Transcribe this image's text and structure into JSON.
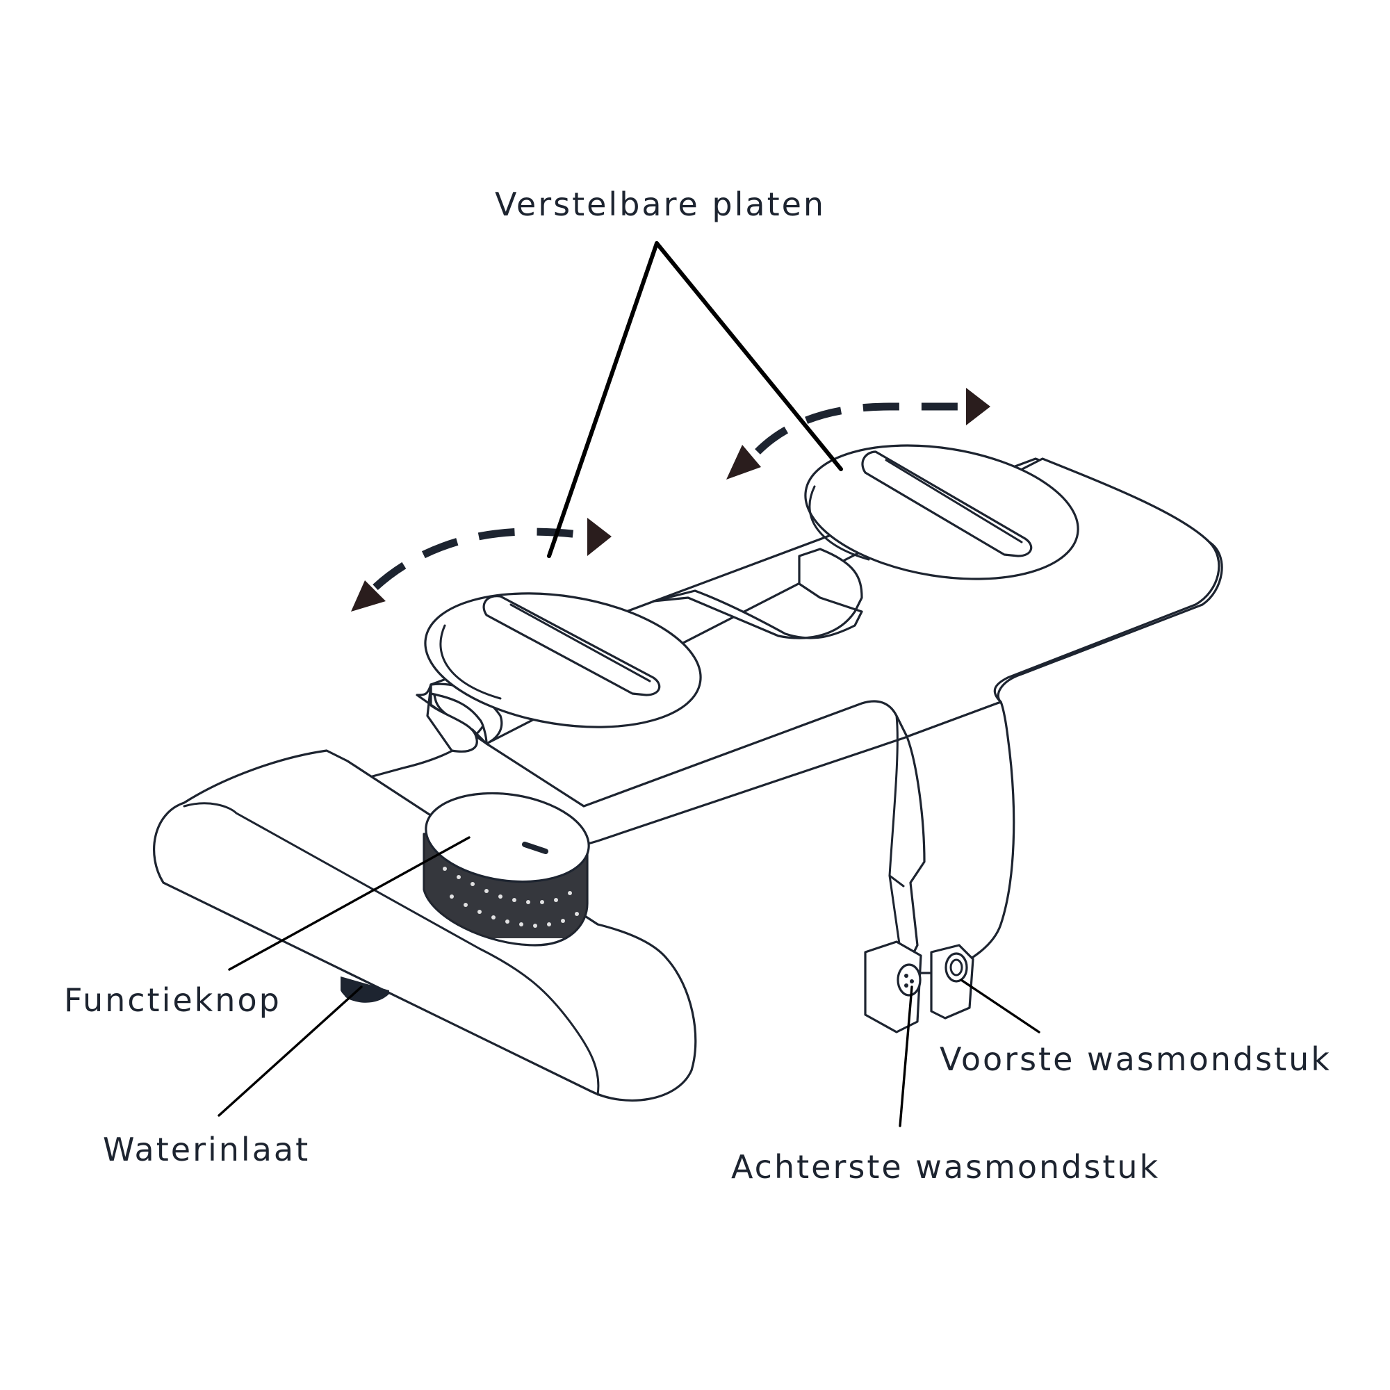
{
  "labels": {
    "plates": "Verstelbare platen",
    "knob": "Functieknop",
    "inlet": "Waterinlaat",
    "front_nozzle": "Voorste wasmondstuk",
    "rear_nozzle": "Achterste wasmondstuk"
  },
  "colors": {
    "line": "#1d2430",
    "leader": "#000000",
    "arrow": "#2a1d1d",
    "background": "#ffffff"
  }
}
